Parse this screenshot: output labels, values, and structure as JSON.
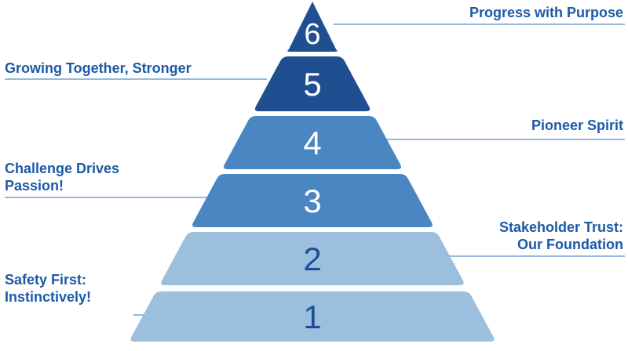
{
  "tiers": [
    {
      "number": "1",
      "fill": "#9cbfde",
      "text_color": "#1e4f96",
      "label": [
        "Safety First:",
        "Instinctively!"
      ],
      "side": "left"
    },
    {
      "number": "2",
      "fill": "#9cbfde",
      "text_color": "#1e4f96",
      "label": [
        "Stakeholder Trust:",
        "Our Foundation"
      ],
      "side": "right"
    },
    {
      "number": "3",
      "fill": "#4a86c2",
      "text_color": "#ffffff",
      "label": [
        "Challenge Drives",
        "Passion!"
      ],
      "side": "left"
    },
    {
      "number": "4",
      "fill": "#4a86c2",
      "text_color": "#ffffff",
      "label": [
        "Pioneer Spirit"
      ],
      "side": "right"
    },
    {
      "number": "5",
      "fill": "#1f4f91",
      "text_color": "#ffffff",
      "label": [
        "Growing Together, Stronger"
      ],
      "side": "left"
    },
    {
      "number": "6",
      "fill": "#1f4f91",
      "text_color": "#ffffff",
      "label": [
        "Progress with Purpose"
      ],
      "side": "right"
    }
  ],
  "colors": {
    "label_text": "#1c5aa6",
    "leader_line": "#6fa3d4"
  }
}
